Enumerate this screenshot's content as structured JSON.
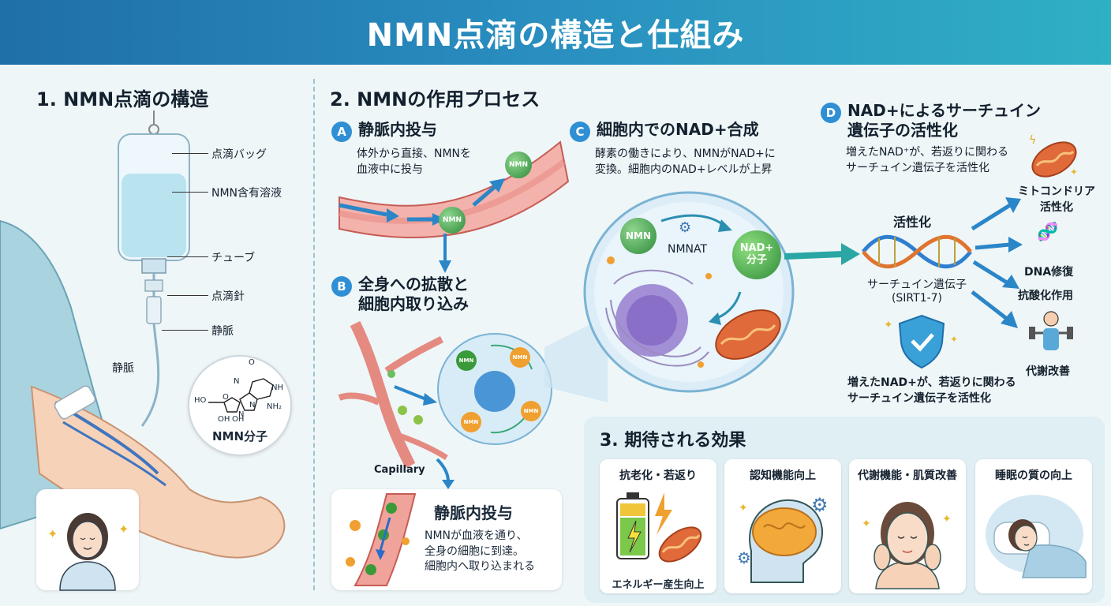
{
  "header": {
    "title": "NMN点滴の構造と仕組み"
  },
  "section1": {
    "title": "1. NMN点滴の構造",
    "labels": {
      "bag": "点滴バッグ",
      "solution": "NMN含有溶液",
      "tube": "チューブ",
      "needle": "点滴針",
      "vein": "静脈",
      "arm_vein": "静脈"
    },
    "molecule": {
      "name": "NMN分子",
      "atoms": [
        "O",
        "N",
        "N",
        "NH",
        "N",
        "NH₂",
        "HO",
        "O",
        "OH",
        "OH"
      ]
    }
  },
  "section2": {
    "title": "2. NMNの作用プロセス",
    "stepA": {
      "badge": "A",
      "title": "静脈内投与",
      "desc1": "体外から直接、NMNを",
      "desc2": "血液中に投与",
      "molecules": [
        "NMN",
        "NMN"
      ]
    },
    "stepB": {
      "badge": "B",
      "title1": "全身への拡散と",
      "title2": "細胞内取り込み",
      "molecules": [
        "NMN",
        "NMN",
        "NMN",
        "NMN"
      ],
      "capillary": "Capillary"
    },
    "inset": {
      "title": "静脈内投与",
      "desc1": "NMNが血液を通り、",
      "desc2": "全身の細胞に到達。",
      "desc3": "細胞内へ取り込まれる"
    },
    "stepC": {
      "badge": "C",
      "title": "細胞内でのNAD+合成",
      "desc1": "酵素の働きにより、NMNがNAD+に",
      "desc2": "変換。細胞内のNAD+レベルが上昇",
      "nmn": "NMN",
      "enzyme": "NMNAT",
      "nad1": "NAD+",
      "nad2": "分子"
    },
    "stepD": {
      "badge": "D",
      "title1": "NAD+によるサーチュイン",
      "title2": "遺伝子の活性化",
      "desc1": "増えたNAD⁺が、若返りに関わる",
      "desc2": "サーチュイン遺伝子を活性化",
      "activation": "活性化",
      "gene1": "サーチュイン遺伝子",
      "gene2": "(SIRT1-7)",
      "out_mito1": "ミトコンドリア",
      "out_mito2": "活性化",
      "out_dna": "DNA修復",
      "out_antiox": "抗酸化作用",
      "out_metab": "代謝改善",
      "bottom1": "増えたNAD+が、若返りに関わる",
      "bottom2": "サーチュイン遺伝子を活性化"
    }
  },
  "section3": {
    "title": "3. 期待される効果",
    "effects": [
      {
        "title": "抗老化・若返り",
        "caption": "エネルギー産生向上"
      },
      {
        "title": "認知機能向上"
      },
      {
        "title": "代謝機能・肌質改善"
      },
      {
        "title": "睡眠の質の向上"
      }
    ]
  },
  "colors": {
    "header_start": "#1f6fa8",
    "header_end": "#2fb0c4",
    "badge": "#2f8fd4",
    "vessel": "#d9534f",
    "nmn_green": "#3a9a3a",
    "nad_green": "#4caf50",
    "arrow_blue": "#2b86c8"
  }
}
